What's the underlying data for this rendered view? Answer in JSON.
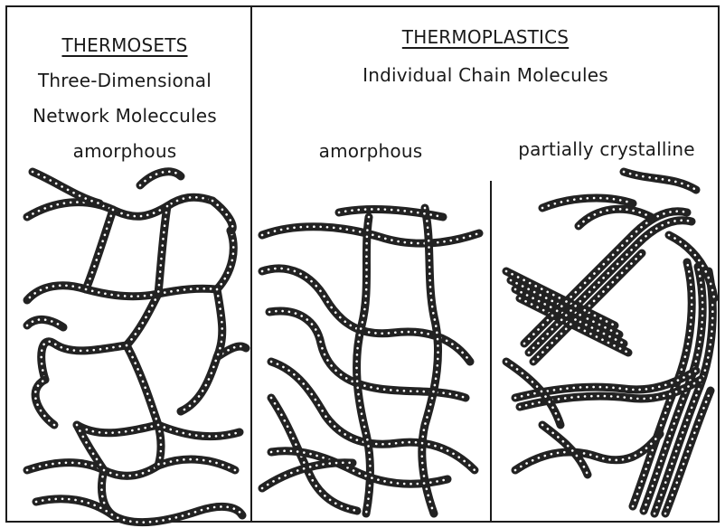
{
  "thermosets": {
    "title": "THERMOSETS",
    "line1": "Three-Dimensional",
    "line2": "Network Moleccules",
    "state": "amorphous"
  },
  "thermoplastics": {
    "title": "THERMOPLASTICS",
    "subtitle": "Individual Chain Molecules",
    "amorphous_label": "amorphous",
    "crystalline_label": "partially crystalline"
  },
  "colors": {
    "ink": "#1c1c1c",
    "background": "#ffffff"
  }
}
